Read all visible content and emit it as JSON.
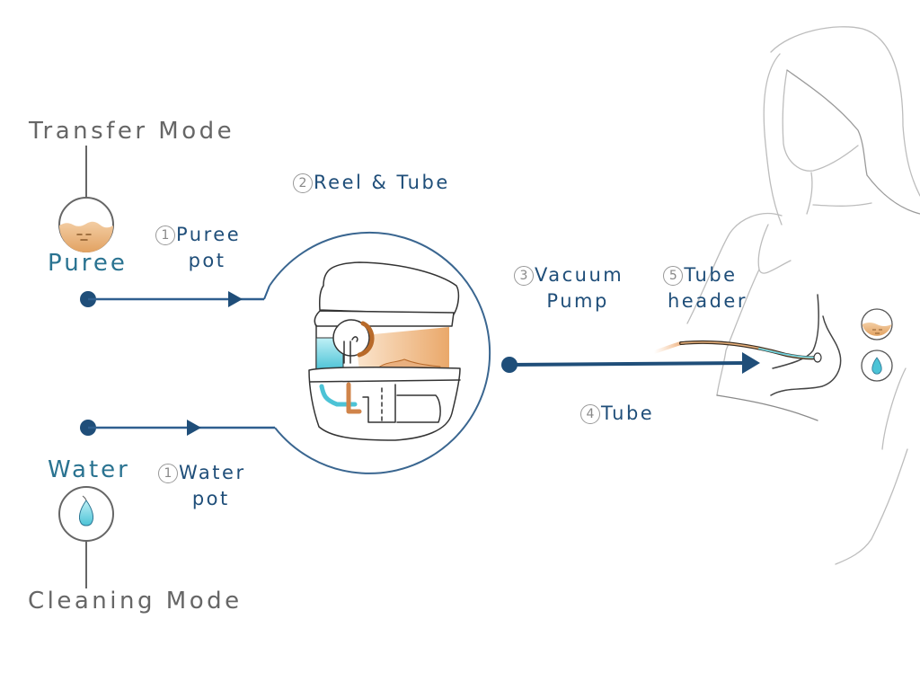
{
  "modes": {
    "transfer": "Transfer Mode",
    "cleaning": "Cleaning Mode"
  },
  "inputs": {
    "puree": "Puree",
    "water": "Water"
  },
  "steps": [
    {
      "num": "1",
      "line1": "Puree",
      "line2": "pot"
    },
    {
      "num": "2",
      "line1": "Reel & Tube"
    },
    {
      "num": "3",
      "line1": "Vacuum",
      "line2": "Pump"
    },
    {
      "num": "4",
      "line1": "Tube"
    },
    {
      "num": "5",
      "line1": "Tube",
      "line2": "header"
    },
    {
      "num": "1",
      "line1": "Water",
      "line2": "pot"
    }
  ],
  "colors": {
    "flow": "#1f4e79",
    "puree": "#e8a868",
    "water": "#4cc3d6",
    "mode_text": "#666666",
    "input_text": "#2a7391"
  }
}
